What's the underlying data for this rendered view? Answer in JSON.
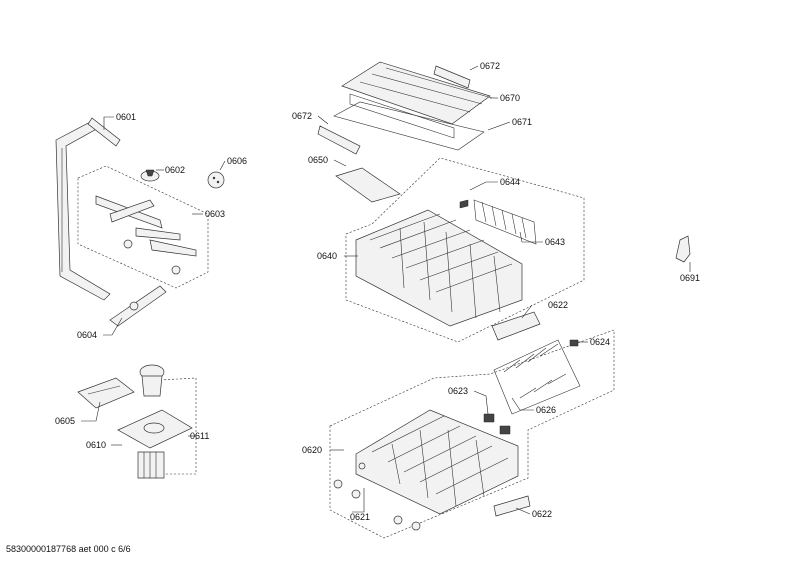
{
  "document_id": "58300000187768 aet 000 c 6/6",
  "labels": {
    "p0601": "0601",
    "p0602": "0602",
    "p0603": "0603",
    "p0604": "0604",
    "p0605": "0605",
    "p0606": "0606",
    "p0610": "0610",
    "p0611": "0611",
    "p0620": "0620",
    "p0621": "0621",
    "p0622a": "0622",
    "p0622b": "0622",
    "p0623": "0623",
    "p0624": "0624",
    "p0626": "0626",
    "p0640": "0640",
    "p0643": "0643",
    "p0644": "0644",
    "p0650": "0650",
    "p0670": "0670",
    "p0671": "0671",
    "p0672a": "0672",
    "p0672b": "0672",
    "p0691": "0691"
  }
}
